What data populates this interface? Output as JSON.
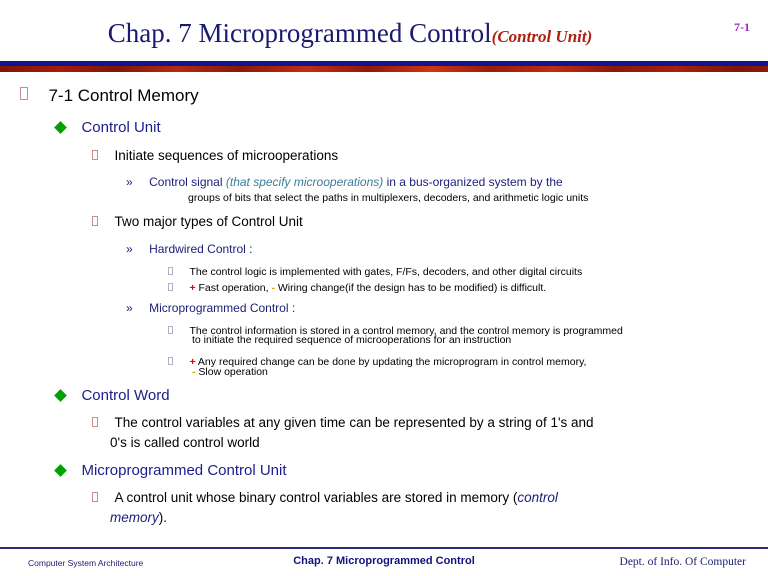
{
  "header": {
    "title_main": "Chap. 7  Microprogrammed Control",
    "title_sub": "(Control Unit)",
    "slide_number": "7-1",
    "colors": {
      "title": "#1a1a6e",
      "subtitle": "#b02010",
      "slide_number": "#9b30c0",
      "bar_navy": "#12148c",
      "bar_red": "#8b1a0a"
    }
  },
  "body": {
    "section_title": "7-1  Control Memory",
    "control_unit": {
      "heading": "Control Unit",
      "initiate": "Initiate sequences of microoperations",
      "control_signal_pre": "Control signal ",
      "control_signal_em": "(that specify microoperations)",
      "control_signal_post": " in a bus-organized system by the",
      "control_signal_cont": "groups of bits that select the paths in multiplexers, decoders, and arithmetic logic units",
      "two_types": "Two major types of Control Unit",
      "hardwired": {
        "label": "Hardwired Control :",
        "desc": "The control logic is implemented with gates, F/Fs, decoders, and other digital circuits",
        "pros_plus": "+",
        "pros_text": " Fast operation, ",
        "cons_minus": "-",
        "cons_text": " Wiring change(if the design has to be modified) is difficult."
      },
      "microprogrammed": {
        "label": "Microprogrammed Control :",
        "desc_line1": "The control information is stored in a control memory, and the control memory is programmed",
        "desc_line2": "to initiate the required sequence of microoperations  for  an instruction",
        "pros_plus": "+",
        "pros_text": " Any required change can be done by updating the microprogram in control memory,",
        "cons_minus": "-",
        "cons_text": " Slow operation"
      }
    },
    "control_word": {
      "heading": "Control Word",
      "desc_line1": "The control variables at any given time can be represented by a string of 1's and",
      "desc_line2": "0's is called control world"
    },
    "mpcu": {
      "heading": "Microprogrammed Control Unit",
      "desc_pre": "A control unit whose binary control variables are stored in memory (",
      "desc_em1": "control",
      "desc_em2": "memory",
      "desc_post": ")."
    },
    "glyphs": {
      "level1_bullet": "hollow-box-bullet",
      "level2_bullet": "green-diamond-bullet",
      "level3_bullet": "hollow-box-bullet",
      "level4_bullet": "»",
      "level5_bullet": "small-hollow-box-bullet"
    }
  },
  "footer": {
    "left": "Computer System Architecture",
    "center": "Chap. 7  Microprogrammed Control",
    "right": "Dept. of Info. Of Computer"
  }
}
